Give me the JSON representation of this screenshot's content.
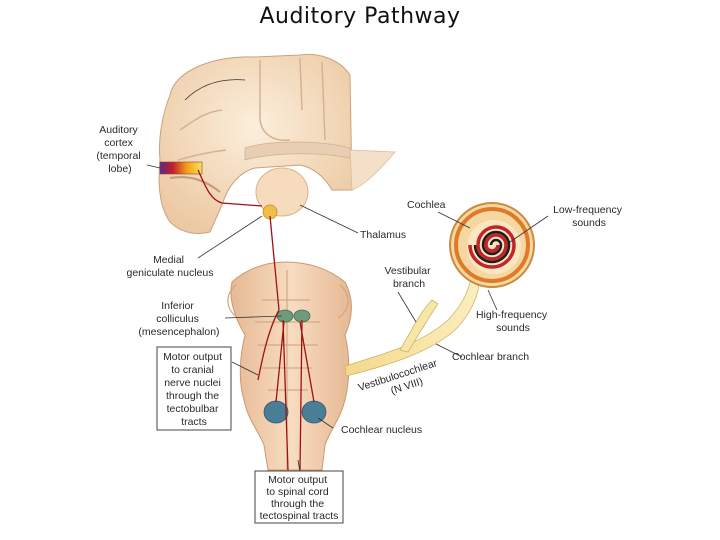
{
  "title": "Auditory Pathway",
  "labels": {
    "auditory_cortex": [
      "Auditory",
      "cortex",
      "(temporal",
      "lobe)"
    ],
    "medial_geniculate": [
      "Medial",
      "geniculate nucleus"
    ],
    "inferior_colliculus": [
      "Inferior",
      "colliculus",
      "(mesencephalon)"
    ],
    "thalamus": "Thalamus",
    "cochlea": "Cochlea",
    "low_frequency": [
      "Low-frequency",
      "sounds"
    ],
    "high_frequency": [
      "High-frequency",
      "sounds"
    ],
    "vestibular_branch": [
      "Vestibular",
      "branch"
    ],
    "cochlear_branch": "Cochlear branch",
    "vestibulocochlear": [
      "Vestibulocochlear",
      "(N VIII)"
    ],
    "cochlear_nucleus": "Cochlear nucleus"
  },
  "boxes": {
    "motor_cranial": [
      "Motor output",
      "to cranial",
      "nerve nuclei",
      "through the",
      "tectobulbar",
      "tracts"
    ],
    "motor_spinal": [
      "Motor output",
      "to spinal cord",
      "through  the",
      "tectospinal tracts"
    ]
  },
  "colors": {
    "brain_tissue": "#f3dcc0",
    "brainstem": "#f0c9a2",
    "nerve": "#f6e7a6",
    "pathway_red": "#a01010",
    "nucleus_blue": "#4a7d96",
    "colliculus_green": "#6f9a7d"
  }
}
